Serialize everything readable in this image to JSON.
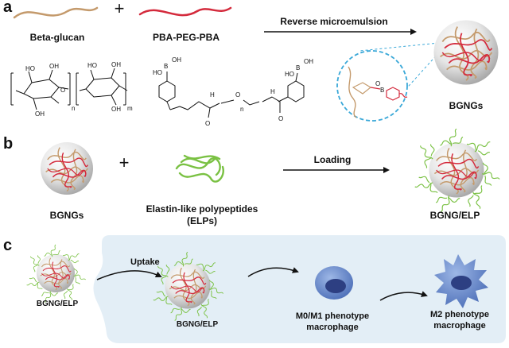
{
  "panels": {
    "a": "a",
    "b": "b",
    "c": "c"
  },
  "panel_a": {
    "reactant1": "Beta-glucan",
    "plus": "+",
    "reactant2": "PBA-PEG-PBA",
    "arrow_label": "Reverse microemulsion",
    "product": "BGNGs",
    "structure_text": {
      "oh": "OH",
      "ho": "HO",
      "o": "O",
      "b": "B",
      "h": "H",
      "n": "n",
      "m": "m"
    },
    "colors": {
      "glucan": "#c49a6c",
      "peg_pba": "#d42a3c",
      "dashed_circle": "#3aa8d8"
    }
  },
  "panel_b": {
    "reactant1": "BGNGs",
    "plus": "+",
    "reactant2_line1": "Elastin-like polypeptides",
    "reactant2_line2": "(ELPs)",
    "arrow_label": "Loading",
    "product": "BGNG/ELP",
    "colors": {
      "elp": "#7ac143"
    }
  },
  "panel_c": {
    "start_label": "BGNG/ELP",
    "uptake_label": "Uptake",
    "internal_label": "BGNG/ELP",
    "m0m1_line1": "M0/M1 phenotype",
    "m0m1_line2": "macrophage",
    "m2_line1": "M2 phenotype",
    "m2_line2": "macrophage",
    "colors": {
      "cell_region": "#e3eef6",
      "macrophage": "#5a7fc4",
      "nucleus": "#2d3f82"
    }
  }
}
